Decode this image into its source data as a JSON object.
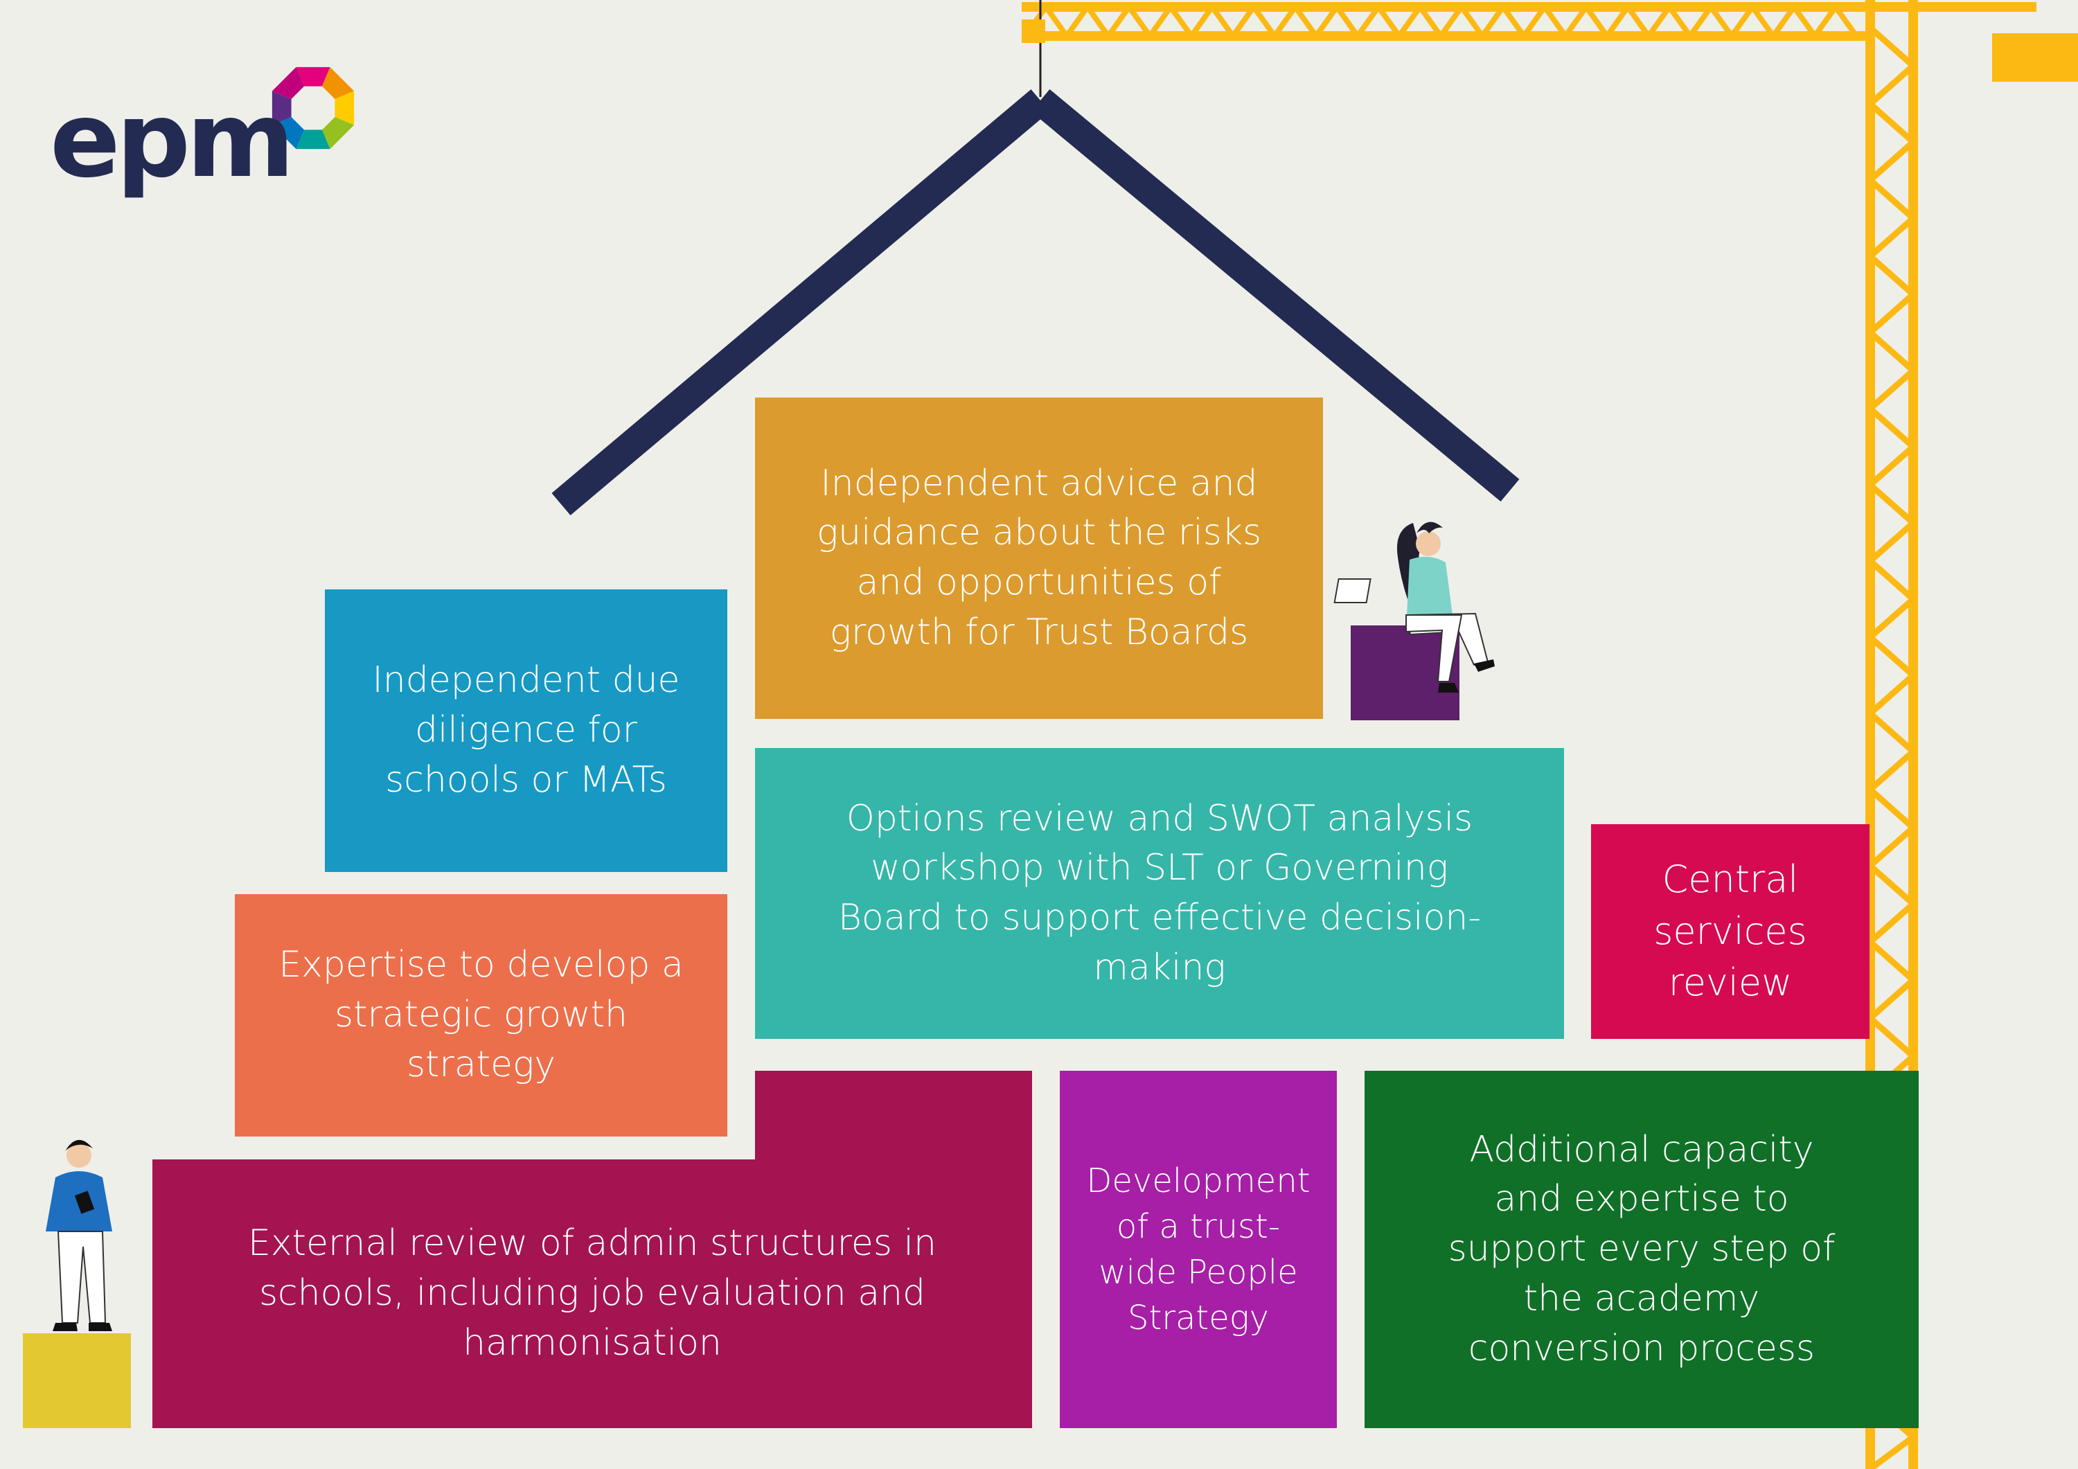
{
  "brand": {
    "logo_text": "epm",
    "logo_ring_colors": [
      "#e4007c",
      "#f39200",
      "#ffcc00",
      "#95c11f",
      "#00a19a",
      "#0077c0",
      "#5b2c86",
      "#c0007a"
    ]
  },
  "blocks": {
    "advice": {
      "text": "Independent advice and\nguidance about the risks\nand opportunities of\ngrowth for Trust Boards",
      "color": "#db9b2e"
    },
    "due_diligence": {
      "text": "Independent due\ndiligence for\nschools or MATs",
      "color": "#1799c3"
    },
    "options_review": {
      "text": "Options review and SWOT analysis\nworkshop with SLT or Governing\nBoard to support effective decision-\nmaking",
      "color": "#35b6a8"
    },
    "central_services": {
      "text": "Central\nservices\nreview",
      "color": "#d60a50"
    },
    "growth_strategy": {
      "text": "Expertise to develop a\nstrategic growth\nstrategy",
      "color": "#ec6f4b"
    },
    "admin_review": {
      "text": "External review of admin structures in\nschools, including job evaluation and\nharmonisation",
      "color": "#a31451"
    },
    "people_strategy": {
      "text": "Development\nof a trust-\nwide People\nStrategy",
      "color": "#a61fa6"
    },
    "capacity": {
      "text": "Additional capacity\nand expertise to\nsupport every step of\nthe academy\nconversion process",
      "color": "#107028"
    }
  },
  "decor": {
    "roof_color": "#232b52",
    "crane_color": "#fdb913",
    "seat_color": "#5e1f6b",
    "pedestal_color": "#e3c832"
  }
}
